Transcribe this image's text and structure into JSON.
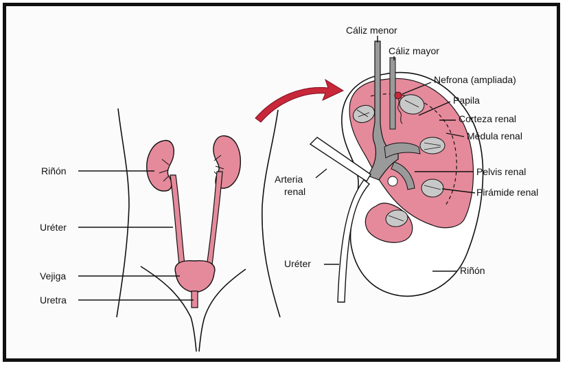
{
  "labels": {
    "rinon_left": "Riñón",
    "ureter_left": "Uréter",
    "vejiga": "Vejiga",
    "uretra": "Uretra",
    "caliz_menor": "Cáliz menor",
    "caliz_mayor": "Cáliz mayor",
    "nefrona": "Nefrona (ampliada)",
    "papila": "Papila",
    "corteza": "Corteza renal",
    "medula": "Médula renal",
    "pelvis": "Pelvis renal",
    "piramide": "Pirámide renal",
    "arteria_line1": "Arteria",
    "arteria_line2": "renal",
    "ureter_right": "Uréter",
    "rinon_right": "Riñón"
  },
  "colors": {
    "organ_pink": "#e58a9b",
    "organ_pink_light": "#f0b5c0",
    "arrow_red": "#c8283a",
    "pyramid_gray": "#c8c8c8",
    "pelvis_gray": "#9a9a9a",
    "line_black": "#111111"
  }
}
